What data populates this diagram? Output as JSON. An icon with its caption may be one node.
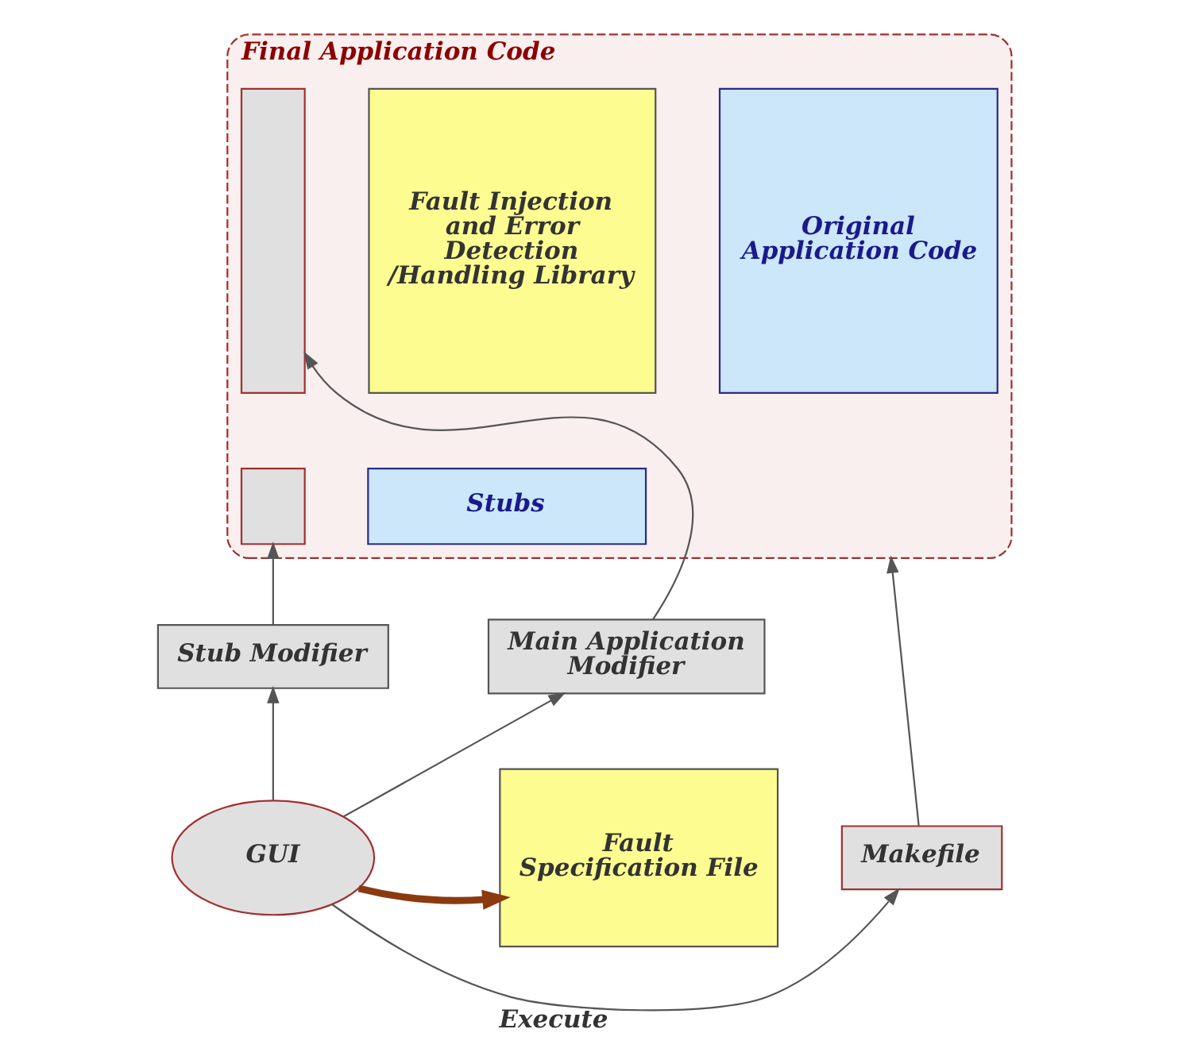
{
  "diagram": {
    "nodes": [
      {
        "text": [
          "Final Application Code"
        ]
      },
      {
        "text": [
          "Original Application Code"
        ],
        "in": 0
      },
      {
        "text": [
          "Stubs"
        ],
        "in": 0
      },
      {
        "text": [],
        "shape": "box",
        "in": 0
      },
      {
        "text": [],
        "shape": "box",
        "in": 0
      },
      {
        "text": [
          "Fault Injection and Error Detection /Handling Library"
        ],
        "in": 0
      },
      {
        "text": [
          "Stub Modifier"
        ]
      },
      {
        "text": [
          "Main Application Modifier"
        ]
      },
      {
        "text": [
          "GUI"
        ]
      },
      {
        "text": [
          "Makefile"
        ]
      },
      {
        "text": [
          "Fault Specification File"
        ]
      }
    ],
    "edges": [
      {
        "from": 9,
        "to": 0,
        "arrow": "to"
      },
      {
        "from": 6,
        "to": 4,
        "arrow": "to"
      },
      {
        "from": 7,
        "to": 3,
        "arrow": "to"
      },
      {
        "from": 8,
        "to": 6,
        "arrow": "to"
      },
      {
        "from": 8,
        "to": 7,
        "arrow": "to"
      },
      {
        "from": 8,
        "to": 9,
        "label": "Execute",
        "arrow": "to"
      },
      {
        "from": 8,
        "to": 10,
        "arrow": "to",
        "style": "thick",
        "color": "#8b3a0f"
      }
    ]
  }
}
